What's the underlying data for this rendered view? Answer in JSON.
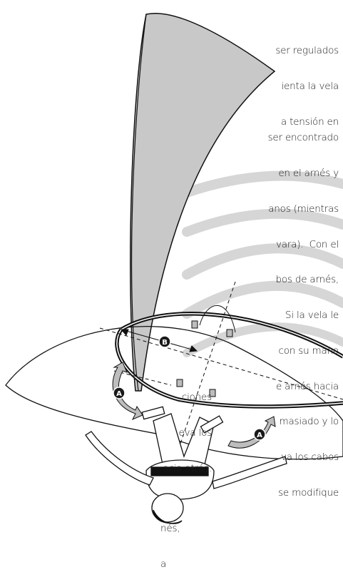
{
  "text": {
    "para1": [
      "ser regulados",
      "ienta la vela",
      "a tensión en"
    ],
    "para2": [
      "ser encontrado",
      "en el arnés y",
      "anos (mientras",
      "vara).  Con el",
      "bos de arnés,",
      "Si la vela le",
      "con su mano",
      "e arnés hacia",
      "masiado y lo",
      "va los cabos",
      "se modifique",
      "nés,",
      "a"
    ],
    "para3": [
      "ciones",
      "eva los",
      "acia atrás."
    ]
  },
  "labels": {
    "a_left": "A",
    "b": "B",
    "a_right": "A"
  },
  "colors": {
    "sail_gray": "#c8c8c8",
    "ink": "#111111",
    "badge": "#1a1a1a",
    "arrow_fill": "#bdbdbd"
  }
}
